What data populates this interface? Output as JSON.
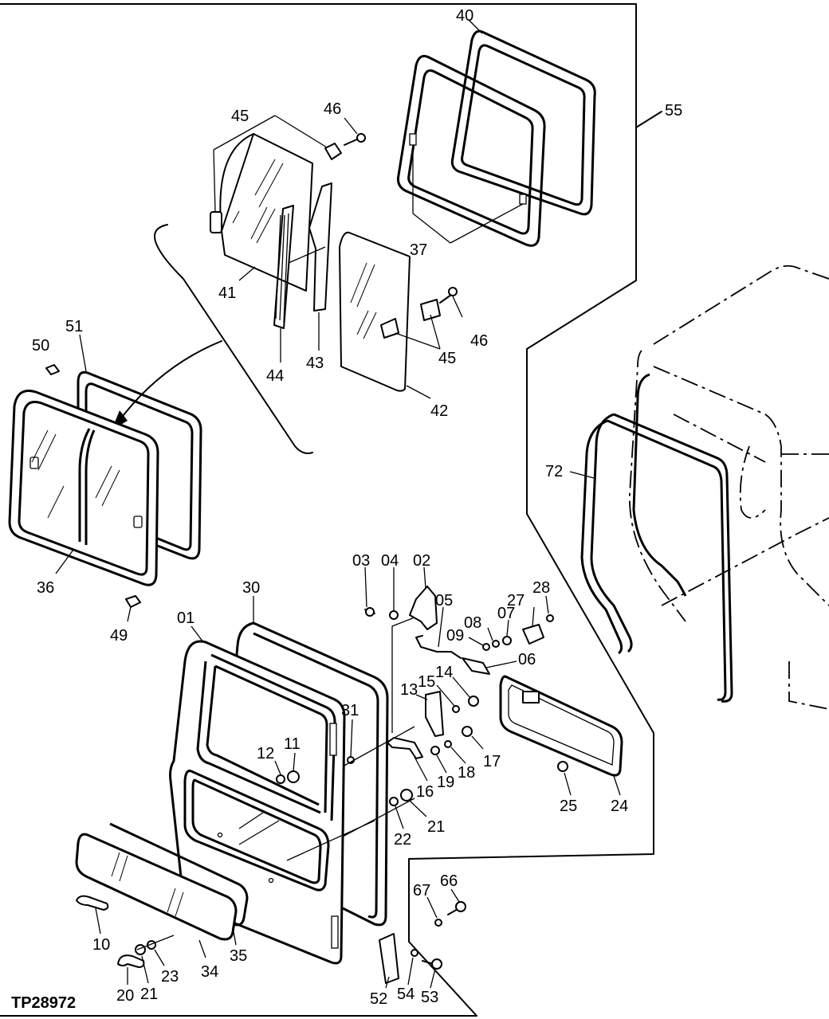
{
  "reference_code": "TP28972",
  "labels": {
    "p40": "40",
    "p55": "55",
    "p45a": "45",
    "p46a": "46",
    "p37": "37",
    "p41": "41",
    "p44": "44",
    "p43": "43",
    "p46b": "46",
    "p45b": "45",
    "p42": "42",
    "p51": "51",
    "p50": "50",
    "p36": "36",
    "p49": "49",
    "p72": "72",
    "p03": "03",
    "p04": "04",
    "p02": "02",
    "p05": "05",
    "p28": "28",
    "p27": "27",
    "p08": "08",
    "p07": "07",
    "p09": "09",
    "p06": "06",
    "p30": "30",
    "p01": "01",
    "p31": "31",
    "p15": "15",
    "p14": "14",
    "p13": "13",
    "p12": "12",
    "p11": "11",
    "p17": "17",
    "p19": "19",
    "p18": "18",
    "p16": "16",
    "p21a": "21",
    "p22": "22",
    "p25": "25",
    "p24": "24",
    "p67": "67",
    "p66": "66",
    "p10": "10",
    "p23": "23",
    "p34": "34",
    "p35": "35",
    "p20": "20",
    "p21b": "21",
    "p52": "52",
    "p54": "54",
    "p53": "53"
  }
}
